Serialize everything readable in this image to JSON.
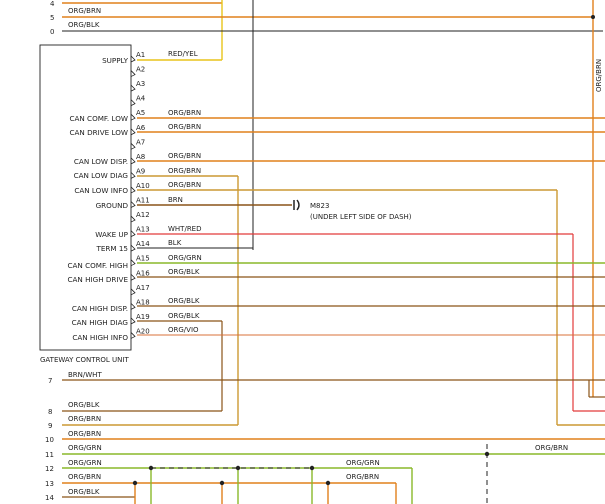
{
  "colors": {
    "orange": "#e0801c",
    "brown": "#8a5418",
    "tan": "#cc9933",
    "yellow": "#e8c41a",
    "red": "#e23b3b",
    "green": "#8ab82a",
    "violet_line": "#d8703a",
    "black": "#222222",
    "gray": "#999999"
  },
  "top_numbers": [
    "4",
    "5",
    "0"
  ],
  "top_wires": [
    "ORG/BRN",
    "ORG/BLK"
  ],
  "right_label": "ORG/BRN",
  "unit": {
    "title": "GATEWAY CONTROL UNIT",
    "supply": "SUPPLY",
    "can_comf_low": "CAN COMF. LOW",
    "can_drive_low": "CAN DRIVE LOW",
    "can_low_disp": "CAN LOW DISP.",
    "can_low_diag": "CAN LOW DIAG",
    "can_low_info": "CAN LOW INFO",
    "ground": "GROUND",
    "wake_up": "WAKE UP",
    "term15": "TERM 15",
    "can_comf_high": "CAN COMF. HIGH",
    "can_high_drive": "CAN HIGH DRIVE",
    "can_high_disp": "CAN HIGH DISP.",
    "can_high_diag": "CAN HIGH DIAG",
    "can_high_info": "CAN HIGH INFO"
  },
  "pins": [
    "A1",
    "A2",
    "A3",
    "A4",
    "A5",
    "A6",
    "A7",
    "A8",
    "A9",
    "A10",
    "A11",
    "A12",
    "A13",
    "A14",
    "A15",
    "A16",
    "A17",
    "A18",
    "A19",
    "A20"
  ],
  "pin_wires": {
    "A1": "RED/YEL",
    "A5": "ORG/BRN",
    "A6": "ORG/BRN",
    "A8": "ORG/BRN",
    "A9": "ORG/BRN",
    "A10": "ORG/BRN",
    "A11": "BRN",
    "A13": "WHT/RED",
    "A14": "BLK",
    "A15": "ORG/GRN",
    "A16": "ORG/BLK",
    "A18": "ORG/BLK",
    "A19": "ORG/BLK",
    "A20": "ORG/VIO"
  },
  "ground": {
    "id": "M823",
    "location": "(UNDER LEFT SIDE OF DASH)"
  },
  "bottom_numbers": [
    "7",
    "8",
    "9",
    "10",
    "11",
    "12",
    "13",
    "14"
  ],
  "bottom_wires": {
    "7": "BRN/WHT",
    "8": "ORG/BLK",
    "9": "ORG/BRN",
    "10": "ORG/BRN",
    "11": "ORG/GRN",
    "12": "ORG/GRN",
    "13": "ORG/BRN",
    "14": "ORG/BLK"
  },
  "mid_wires": {
    "w11_right": "ORG/BRN",
    "w12_mid": "ORG/GRN",
    "w13_mid": "ORG/BRN"
  }
}
